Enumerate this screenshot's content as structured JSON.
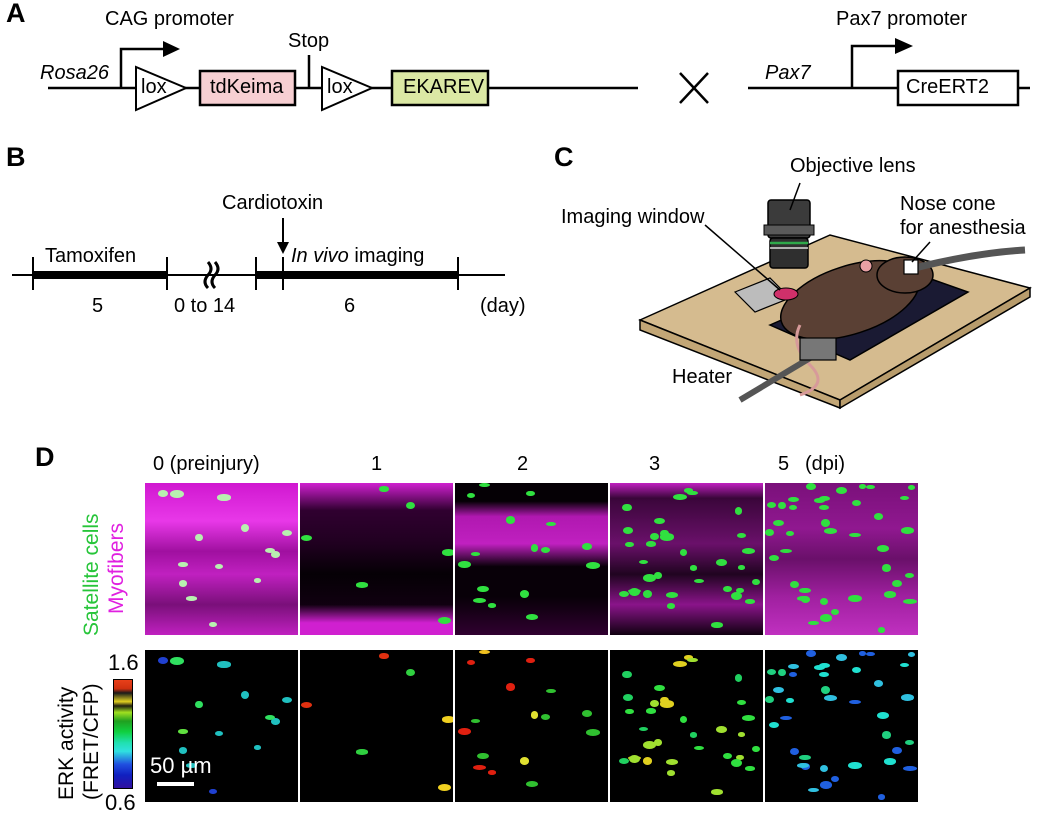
{
  "panel_a": {
    "label": "A",
    "rosa_construct": {
      "locus": "Rosa26",
      "promoter": "CAG promoter",
      "lox1": "lox",
      "gene1": "tdKeima",
      "stop": "Stop",
      "lox2": "lox",
      "gene2": "EKAREV",
      "gene1_color": "#f7cfd2",
      "gene2_color": "#dbe8a4"
    },
    "cross_symbol": "×",
    "pax7_construct": {
      "locus": "Pax7",
      "promoter": "Pax7 promoter",
      "gene": "CreERT2"
    }
  },
  "panel_b": {
    "label": "B",
    "tamoxifen": "Tamoxifen",
    "cardiotoxin": "Cardiotoxin",
    "imaging_italic": "In vivo",
    "imaging_rest": " imaging",
    "durations": [
      "5",
      "0 to 14",
      "6",
      "(day)"
    ]
  },
  "panel_c": {
    "label": "C",
    "objective": "Objective lens",
    "window": "Imaging window",
    "nose_line1": "Nose cone",
    "nose_line2": "for anesthesia",
    "heater": "Heater"
  },
  "panel_d": {
    "label": "D",
    "columns": [
      "0 (preinjury)",
      "1",
      "2",
      "3",
      "5"
    ],
    "unit": "(dpi)",
    "row1_label_green": "Satellite cells",
    "row1_label_magenta": "Myofibers",
    "row2_label_line1": "ERK activity",
    "row2_label_line2": "(FRET/CFP)",
    "colorbar_max": "1.6",
    "colorbar_min": "0.6",
    "scale_bar": "50 µm",
    "colors": {
      "green": "#27c53a",
      "magenta": "#e020e0"
    }
  }
}
